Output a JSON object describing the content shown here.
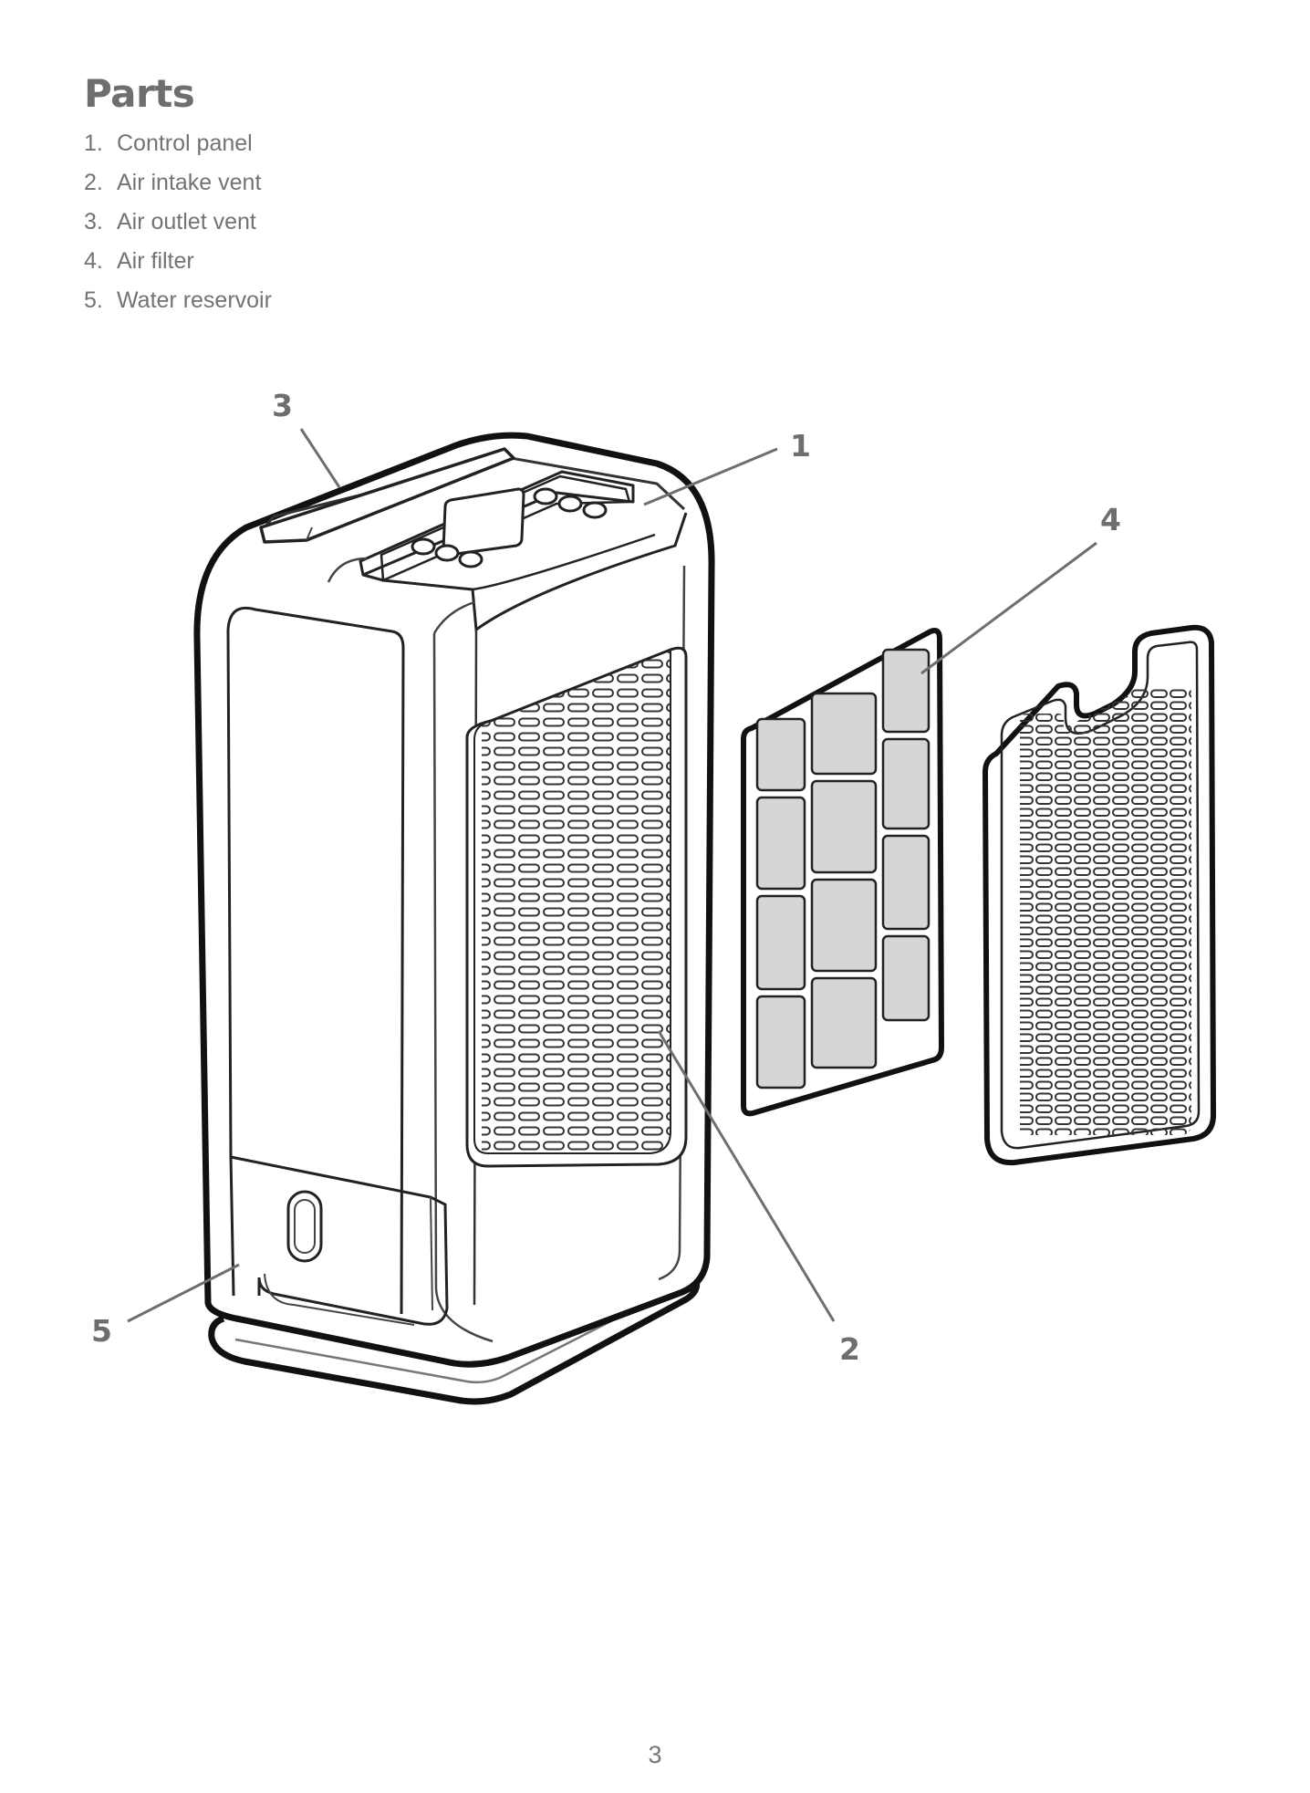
{
  "heading": "Parts",
  "parts": [
    {
      "number": "1.",
      "label": "Control panel"
    },
    {
      "number": "2.",
      "label": "Air intake vent"
    },
    {
      "number": "3.",
      "label": "Air outlet vent"
    },
    {
      "number": "4.",
      "label": "Air filter"
    },
    {
      "number": "5.",
      "label": "Water reservoir"
    }
  ],
  "callouts": {
    "control_panel": "1",
    "air_intake_vent": "2",
    "air_outlet_vent": "3",
    "air_filter": "4",
    "water_reservoir": "5"
  },
  "page_number": "3"
}
